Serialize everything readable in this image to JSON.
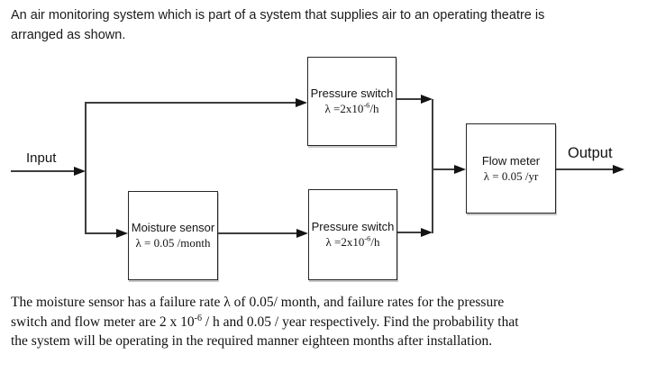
{
  "colors": {
    "background": "#ffffff",
    "text": "#111111",
    "line": "#3d3d3d",
    "box_border": "#262626"
  },
  "intro": {
    "line1": "An air monitoring system which is part of a system that supplies air to an operating theatre is",
    "line2": "arranged as shown."
  },
  "diagram": {
    "input_label": "Input",
    "output_label": "Output",
    "pressure_switch_top": {
      "label": "Pressure switch",
      "lambda_pre": "λ =2x10",
      "lambda_sup": "-6",
      "lambda_post": "/h"
    },
    "moisture_sensor": {
      "label": "Moisture sensor",
      "lambda": "λ = 0.05 /month"
    },
    "pressure_switch_bottom": {
      "label": "Pressure switch",
      "lambda_pre": "λ =2x10",
      "lambda_sup": "-6",
      "lambda_post": "/h"
    },
    "flow_meter": {
      "label": "Flow meter",
      "lambda": "λ = 0.05 /yr"
    }
  },
  "problem": {
    "line1": "The moisture sensor has a failure rate λ of 0.05/ month, and failure rates for the pressure",
    "line2_pre": "switch and flow meter are 2 x 10",
    "line2_sup": "-6",
    "line2_post": " / h and 0.05 / year respectively. Find the probability that",
    "line3": "the system will be operating in the required manner eighteen months after installation."
  }
}
